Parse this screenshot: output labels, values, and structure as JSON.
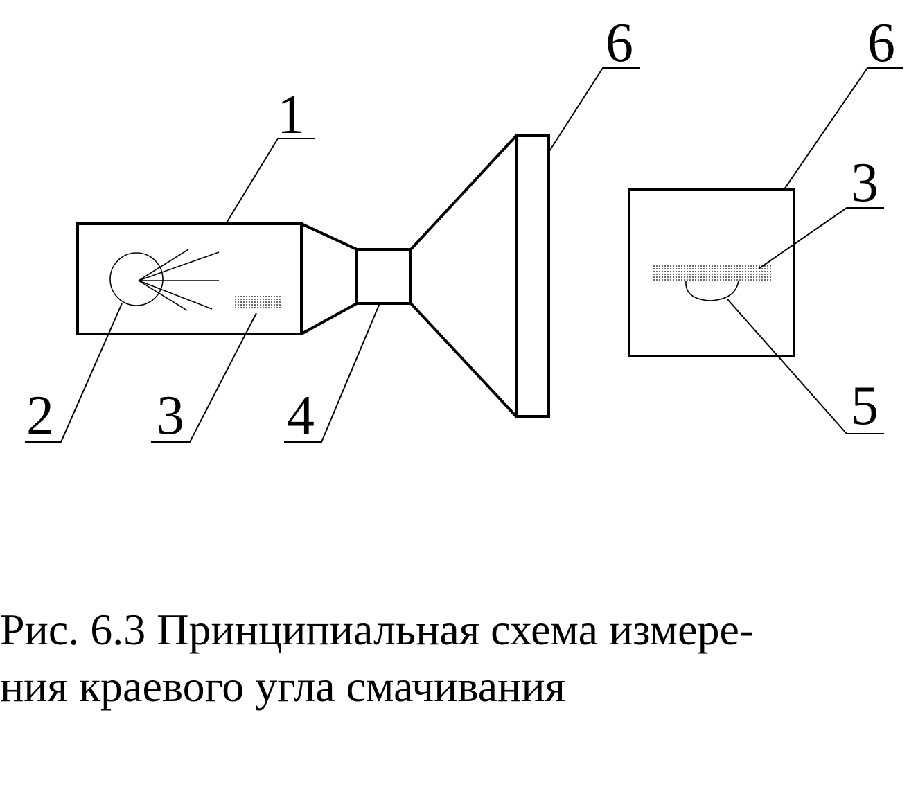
{
  "labels": {
    "l1": "1",
    "l2": "2",
    "l3a": "3",
    "l4": "4",
    "l6a": "6",
    "l6b": "6",
    "l3b": "3",
    "l5": "5"
  },
  "caption": {
    "line1": "Рис. 6.3  Принципиальная схема измере-",
    "line2": "ния краевого угла смачивания"
  }
}
